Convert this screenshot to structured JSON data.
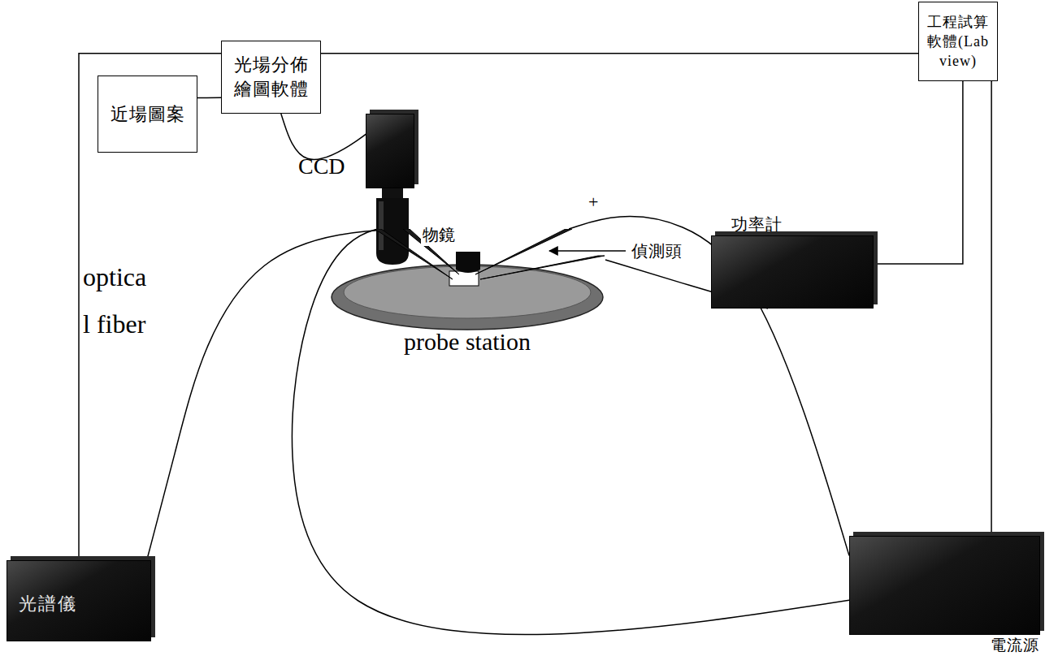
{
  "diagram": {
    "nodes": [
      {
        "text": [
          "工程試算軟體(Labview)"
        ]
      },
      {
        "text": [
          "近場圖案"
        ]
      },
      {
        "text": [
          "光場分佈繪圖軟體"
        ]
      },
      {
        "text": [
          "CCD"
        ]
      },
      {
        "text": [
          "功率計"
        ]
      },
      {
        "text": [
          "光譜儀"
        ]
      },
      {
        "text": [
          "電流源"
        ]
      },
      {
        "text": [
          "probe station"
        ]
      }
    ],
    "edges": [
      {
        "from": 1,
        "to": 2,
        "arrow": "none"
      },
      {
        "from": 2,
        "to": 3,
        "arrow": "none"
      },
      {
        "from": 0,
        "to": 5,
        "arrow": "none"
      },
      {
        "from": 0,
        "to": 4,
        "arrow": "none"
      },
      {
        "from": 0,
        "to": 6,
        "arrow": "none"
      },
      {
        "from": 5,
        "to": 7,
        "label": "optica l fiber",
        "arrow": "none"
      },
      {
        "from": 4,
        "to": 7,
        "arrow": "none"
      },
      {
        "from": 6,
        "to": 7,
        "arrow": "none"
      },
      {
        "from": 6,
        "to": 7,
        "arrow": "none"
      }
    ],
    "labels": [
      "物鏡",
      "+",
      "偵測頭"
    ]
  }
}
